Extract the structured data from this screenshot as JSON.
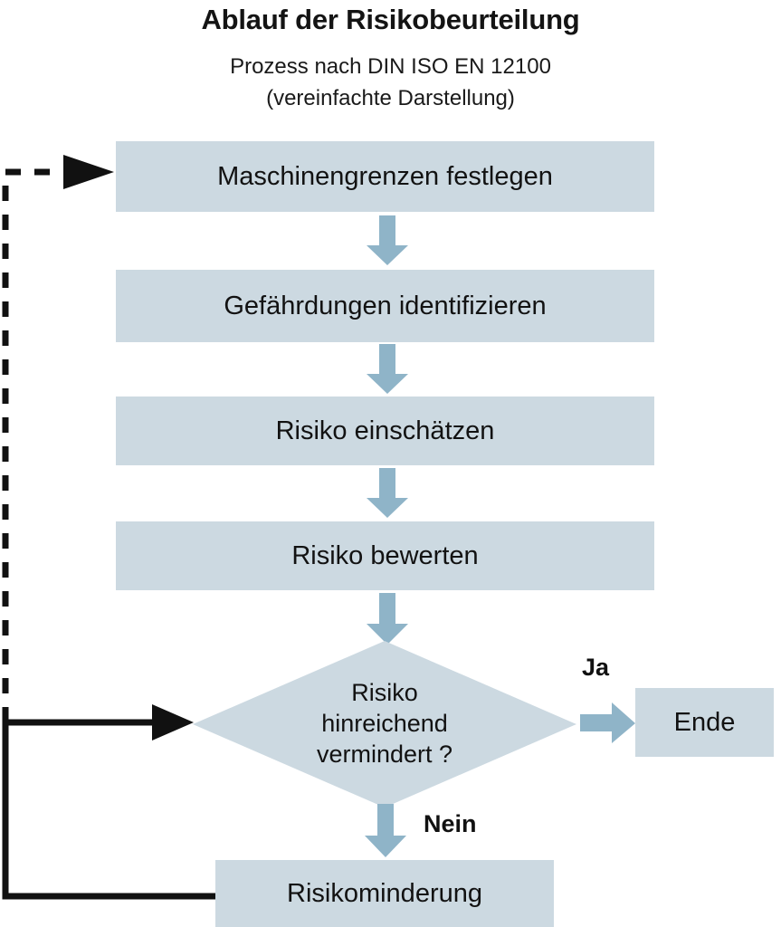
{
  "header": {
    "title": "Ablauf der Risikobeurteilung",
    "subtitle_line1": "Prozess nach DIN ISO EN 12100",
    "subtitle_line2": "(vereinfachte Darstellung)"
  },
  "flowchart": {
    "steps": [
      {
        "label": "Maschinengrenzen festlegen"
      },
      {
        "label": "Gefährdungen identifizieren"
      },
      {
        "label": "Risiko einschätzen"
      },
      {
        "label": "Risiko bewerten"
      }
    ],
    "decision": {
      "line1": "Risiko",
      "line2": "hinreichend",
      "line3": "vermindert ?"
    },
    "branch_yes": "Ja",
    "branch_no": "Nein",
    "end_node": "Ende",
    "mitigation_node": "Risikominderung"
  },
  "colors": {
    "node_fill": "#ccd9e1",
    "arrow_fill": "#8fb4c8",
    "connector_stroke": "#111111",
    "text": "#121212",
    "background": "#ffffff"
  }
}
